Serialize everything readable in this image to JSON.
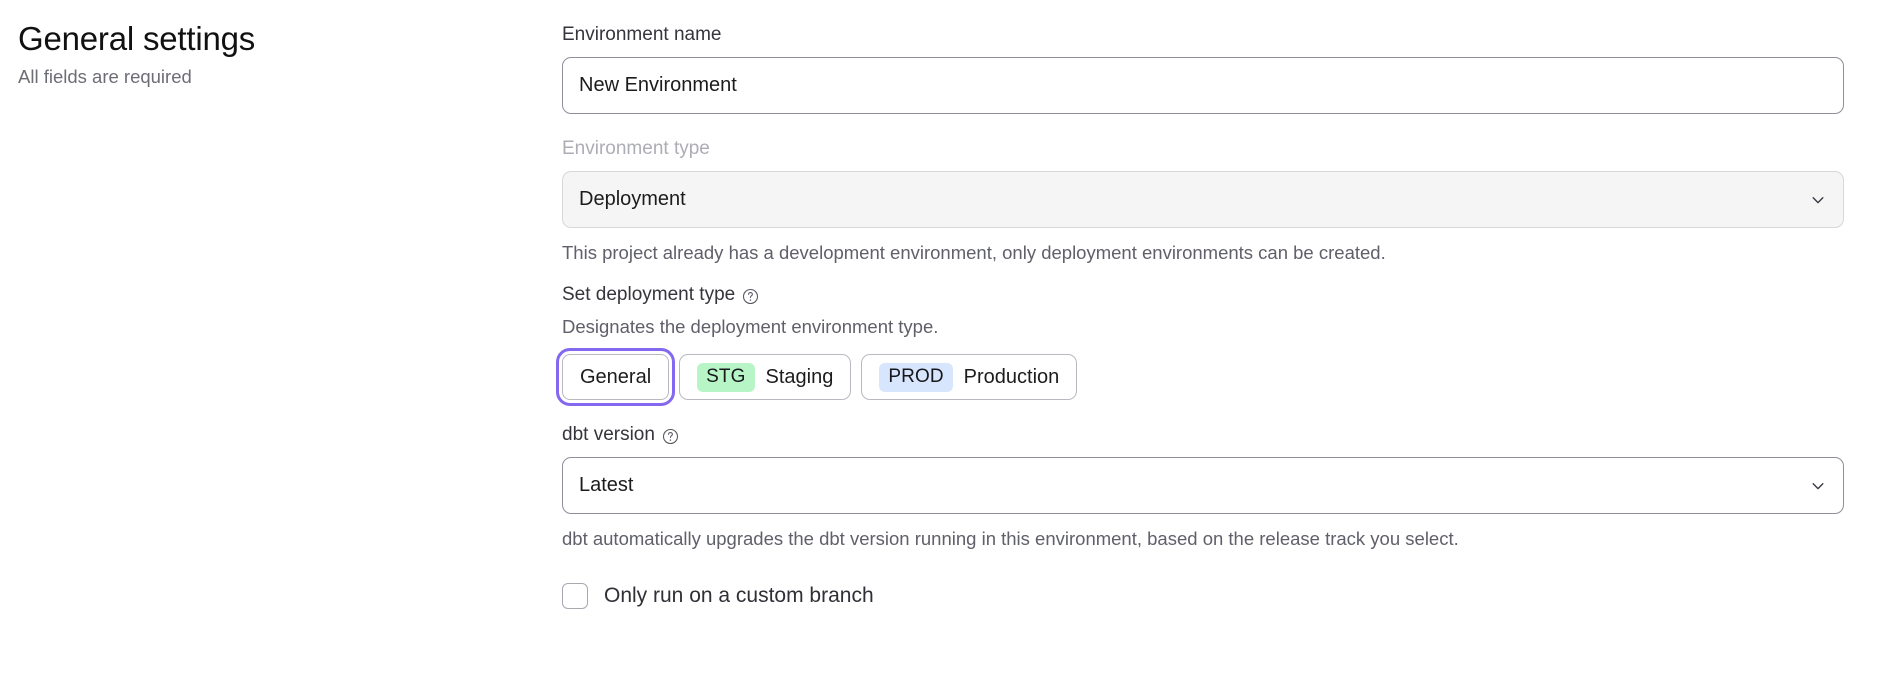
{
  "header": {
    "title": "General settings",
    "subtitle": "All fields are required"
  },
  "form": {
    "environment_name": {
      "label": "Environment name",
      "value": "New Environment",
      "placeholder": "Environment name"
    },
    "environment_type": {
      "label": "Environment type",
      "value": "Deployment",
      "disabled": true,
      "helper": "This project already has a development environment, only deployment environments can be created.",
      "chevron_icon": "chevron-down-icon"
    },
    "deployment_type": {
      "label": "Set deployment type",
      "help_icon": "help-circle-icon",
      "description": "Designates the deployment environment type.",
      "options": [
        {
          "label": "General",
          "badge": "",
          "badge_color": "",
          "selected": true
        },
        {
          "label": "Staging",
          "badge": "STG",
          "badge_color": "#b7f5c6",
          "selected": false
        },
        {
          "label": "Production",
          "badge": "PROD",
          "badge_color": "#d7e6fc",
          "selected": false
        }
      ],
      "focus_ring_color": "#8468f0"
    },
    "dbt_version": {
      "label": "dbt version",
      "help_icon": "help-circle-icon",
      "value": "Latest",
      "helper": "dbt automatically upgrades the dbt version running in this environment, based on the release track you select.",
      "chevron_icon": "chevron-down-icon"
    },
    "custom_branch": {
      "label": "Only run on a custom branch",
      "checked": false
    }
  }
}
